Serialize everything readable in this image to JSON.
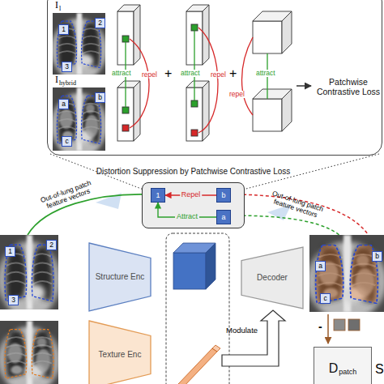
{
  "diagram": {
    "nodes": [
      {
        "text": [
          "Patchwise Contrastive Loss"
        ]
      },
      {
        "text": [
          "Distortion Suppression by Patchwise Contrastive Loss"
        ]
      },
      {
        "text": [
          "1"
        ],
        "in": 1
      },
      {
        "text": [
          "b"
        ],
        "in": 1
      },
      {
        "text": [
          "a"
        ],
        "in": 1
      },
      {
        "text": [
          "Structure Enc"
        ]
      },
      {
        "text": [
          "Texture Enc"
        ]
      },
      {
        "text": [
          "Decoder"
        ]
      },
      {
        "text": [
          "D",
          "patch"
        ]
      }
    ],
    "edges": [
      {
        "from": 3,
        "to": 2,
        "label": "Repel",
        "arrow": "to"
      },
      {
        "from": 4,
        "to": 2,
        "label": "Attract",
        "arrow": "to"
      }
    ],
    "labels": [
      "I",
      "l",
      "1",
      "2",
      "3",
      "I",
      "hybrid",
      "a",
      "b",
      "c",
      "attract",
      "repel",
      "+",
      "attract",
      "repel",
      "+",
      "attract",
      "repel",
      "Out-of-lung patch feature vectors",
      "Out-of-lung patch feature vectors",
      "1",
      "2",
      "3",
      "a",
      "b",
      "c",
      "Modulate",
      "-",
      "S"
    ]
  }
}
